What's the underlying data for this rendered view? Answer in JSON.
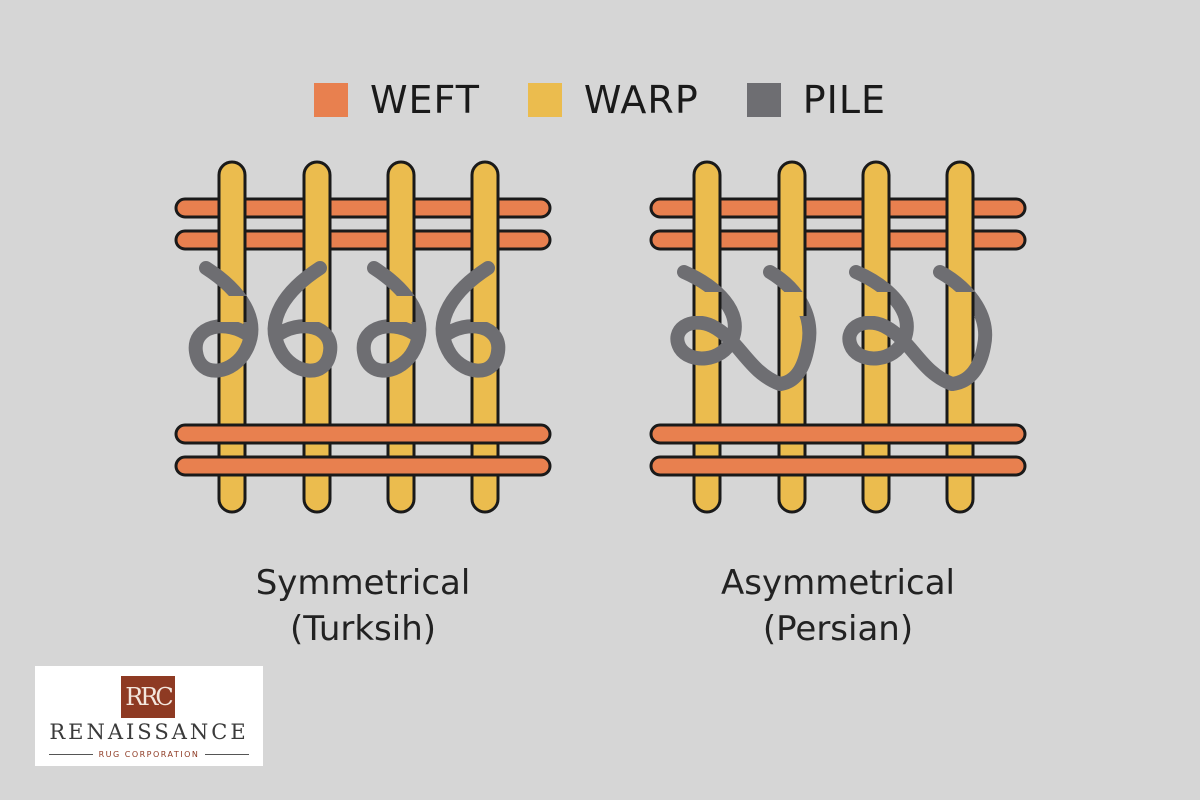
{
  "legend": [
    {
      "label": "WEFT",
      "color": "#e8804f"
    },
    {
      "label": "WARP",
      "color": "#ebbc4e"
    },
    {
      "label": "PILE",
      "color": "#6e6e72"
    }
  ],
  "colors": {
    "background": "#d6d6d6",
    "outline": "#1a1a1a",
    "weft": "#e8804f",
    "warp": "#ebbc4e",
    "pile": "#6e6e72",
    "logo_accent": "#8e3a23"
  },
  "diagrams": [
    {
      "name": "symmetrical",
      "caption_line1": "Symmetrical",
      "caption_line2": "(Turksih)"
    },
    {
      "name": "asymmetrical",
      "caption_line1": "Asymmetrical",
      "caption_line2": "(Persian)"
    }
  ],
  "logo": {
    "monogram": "RRC",
    "name": "RENAISSANCE",
    "subtitle": "RUG CORPORATION"
  }
}
